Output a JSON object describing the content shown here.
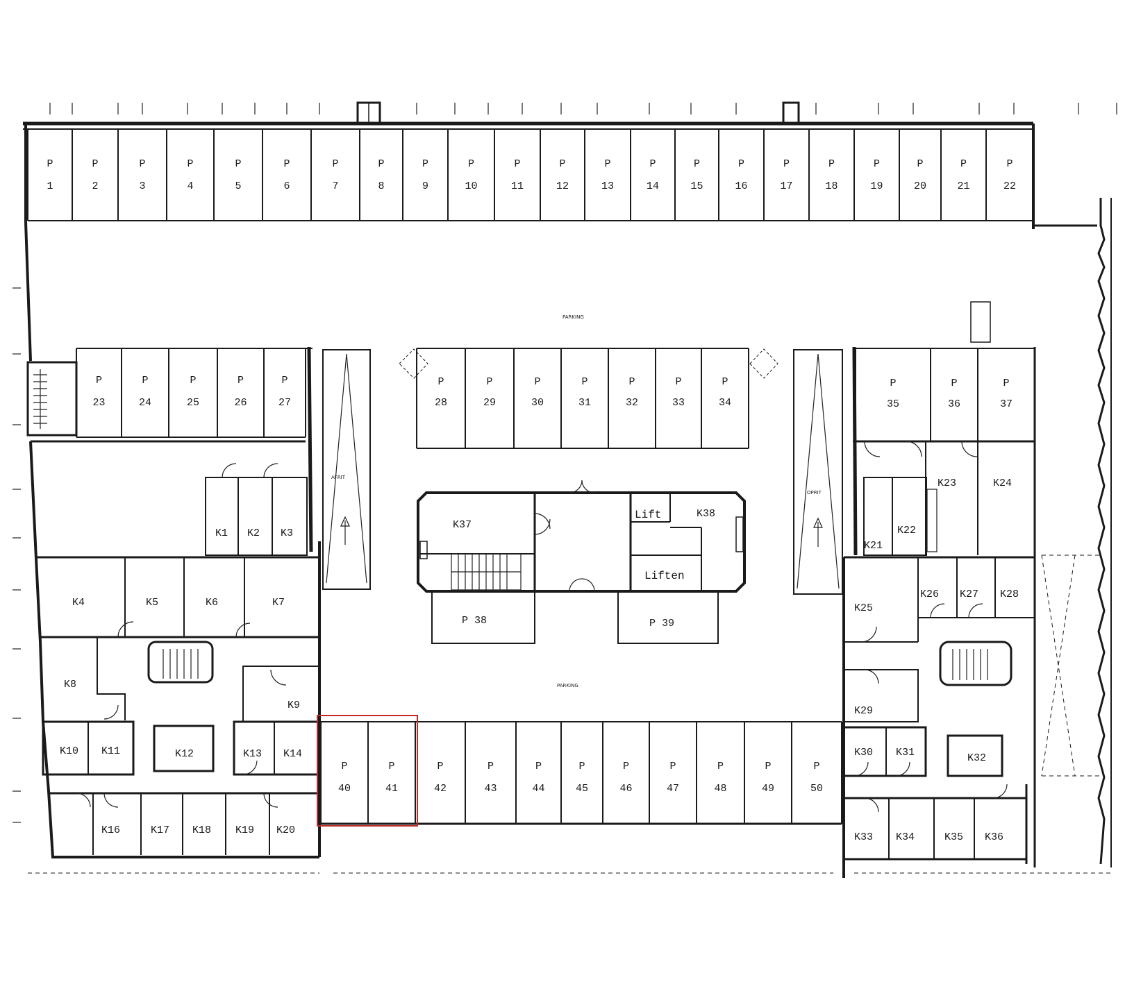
{
  "colors": {
    "ink": "#1a1a1a",
    "highlight": "#c22a2a",
    "paper": "#ffffff"
  },
  "labels": {
    "parking_top": "PARKING",
    "parking_bottom": "PARKING",
    "ramp_left": "AFRIT",
    "ramp_right": "OPRIT",
    "p38": "P 38",
    "p39": "P 39",
    "lift_small": "Lift",
    "liften": "Liften",
    "k12": "K12"
  },
  "spaces": {
    "row_top": [
      "1",
      "2",
      "3",
      "4",
      "5",
      "6",
      "7",
      "8",
      "9",
      "10",
      "11",
      "12",
      "13",
      "14",
      "15",
      "16",
      "17",
      "18",
      "19",
      "20",
      "21",
      "22"
    ],
    "row_mid_left": [
      "23",
      "24",
      "25",
      "26",
      "27"
    ],
    "row_mid_center": [
      "28",
      "29",
      "30",
      "31",
      "32",
      "33",
      "34"
    ],
    "row_mid_right": [
      "35",
      "36",
      "37"
    ],
    "row_bottom": [
      "40",
      "41",
      "42",
      "43",
      "44",
      "45",
      "46",
      "47",
      "48",
      "49",
      "50"
    ],
    "prefix": "P"
  },
  "storage_left": {
    "row1": [
      "K1",
      "K2",
      "K3"
    ],
    "row2": [
      "K4",
      "K5",
      "K6",
      "K7"
    ],
    "k8": "K8",
    "k9": "K9",
    "row4": [
      "K10",
      "K11",
      "K13",
      "K14"
    ],
    "row5": [
      "K16",
      "K17",
      "K18",
      "K19",
      "K20"
    ]
  },
  "storage_center": {
    "k37": "K37",
    "k38": "K38"
  },
  "storage_right": {
    "row1": [
      "K21",
      "K22",
      "K23",
      "K24"
    ],
    "row2": [
      "K25",
      "K26",
      "K27",
      "K28"
    ],
    "k29": "K29",
    "row4": [
      "K30",
      "K31",
      "K32"
    ],
    "row5": [
      "K33",
      "K34",
      "K35",
      "K36"
    ]
  },
  "highlighted_spaces": [
    "40",
    "41"
  ]
}
